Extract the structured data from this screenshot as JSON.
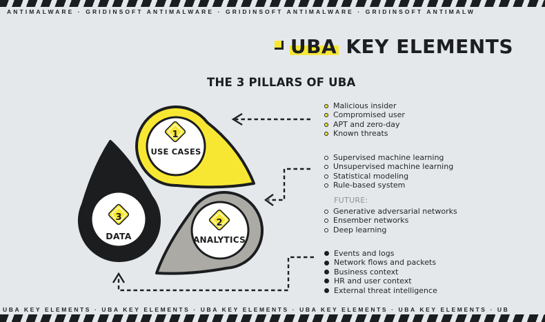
{
  "colors": {
    "background": "#e4e8eb",
    "accent_yellow": "#f7e733",
    "pin_black": "#1b1d1f",
    "pin_gray": "#abaaa5",
    "text_dark": "#24262a",
    "text_muted": "#8b9197"
  },
  "top_banner": {
    "text": "ANTIMALWARE · GRIDINSOFT ANTIMALWARE · GRIDINSOFT ANTIMALWARE · GRIDINSOFT ANTIMALW"
  },
  "header": {
    "title_highlight": "UBA",
    "title_rest": "KEY ELEMENTS"
  },
  "subtitle": {
    "text": "THE 3 PILLARS OF UBA"
  },
  "pins": [
    {
      "number": "1",
      "label": "USE CASES",
      "color": "#f7e733"
    },
    {
      "number": "2",
      "label": "ANALYTICS",
      "color": "#abaaa5"
    },
    {
      "number": "3",
      "label": "DATA",
      "color": "#1b1d1f"
    }
  ],
  "lists": {
    "use_cases": {
      "items": [
        "Malicious insider",
        "Compromised user",
        "APT and zero-day",
        "Known threats"
      ]
    },
    "analytics": {
      "items": [
        "Supervised machine learning",
        "Unsupervised machine learning",
        "Statistical modeling",
        "Rule-based system"
      ],
      "future_label": "FUTURE:",
      "future_items": [
        "Generative adversarial networks",
        "Ensember networks",
        "Deep learning"
      ]
    },
    "data": {
      "items": [
        "Events and logs",
        "Network flows and packets",
        "Business context",
        "HR and user context",
        "External threat intelligence"
      ]
    }
  },
  "bottom_banner": {
    "text": "UBA KEY ELEMENTS · UBA KEY ELEMENTS · UBA KEY ELEMENTS · UBA KEY ELEMENTS · UBA KEY ELEMENTS · UB"
  }
}
